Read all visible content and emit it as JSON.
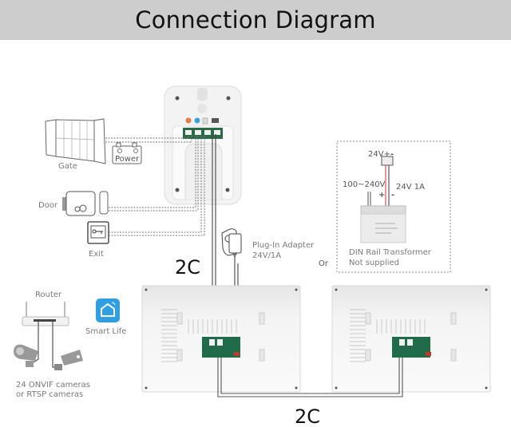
{
  "title": "Connection Diagram",
  "labels": {
    "gate": "Gate",
    "power": "Power",
    "door": "Door",
    "exit": "Exit",
    "adapter_line1": "Plug-In Adapter",
    "adapter_line2": "24V/1A",
    "or": "Or",
    "din_voltage_top": "24V+",
    "din_minus_top": "-",
    "din_input": "100~240V",
    "din_output": "24V 1A",
    "din_plus": "+",
    "din_minus": "-",
    "din_line1": "DIN Rail Transformer",
    "din_line2": "Not supplied",
    "router": "Router",
    "smart_life": "Smart Life",
    "cameras_line1": "24 ONVIF cameras",
    "cameras_line2": "or RTSP cameras",
    "cable_2c_upper": "2C",
    "cable_2c_lower": "2C"
  },
  "colors": {
    "title_bg": "#cdcdcd",
    "pcb_green": "#1f6b4a",
    "smart_life_blue": "#2f9fe0",
    "wire_red": "#d9534f"
  }
}
